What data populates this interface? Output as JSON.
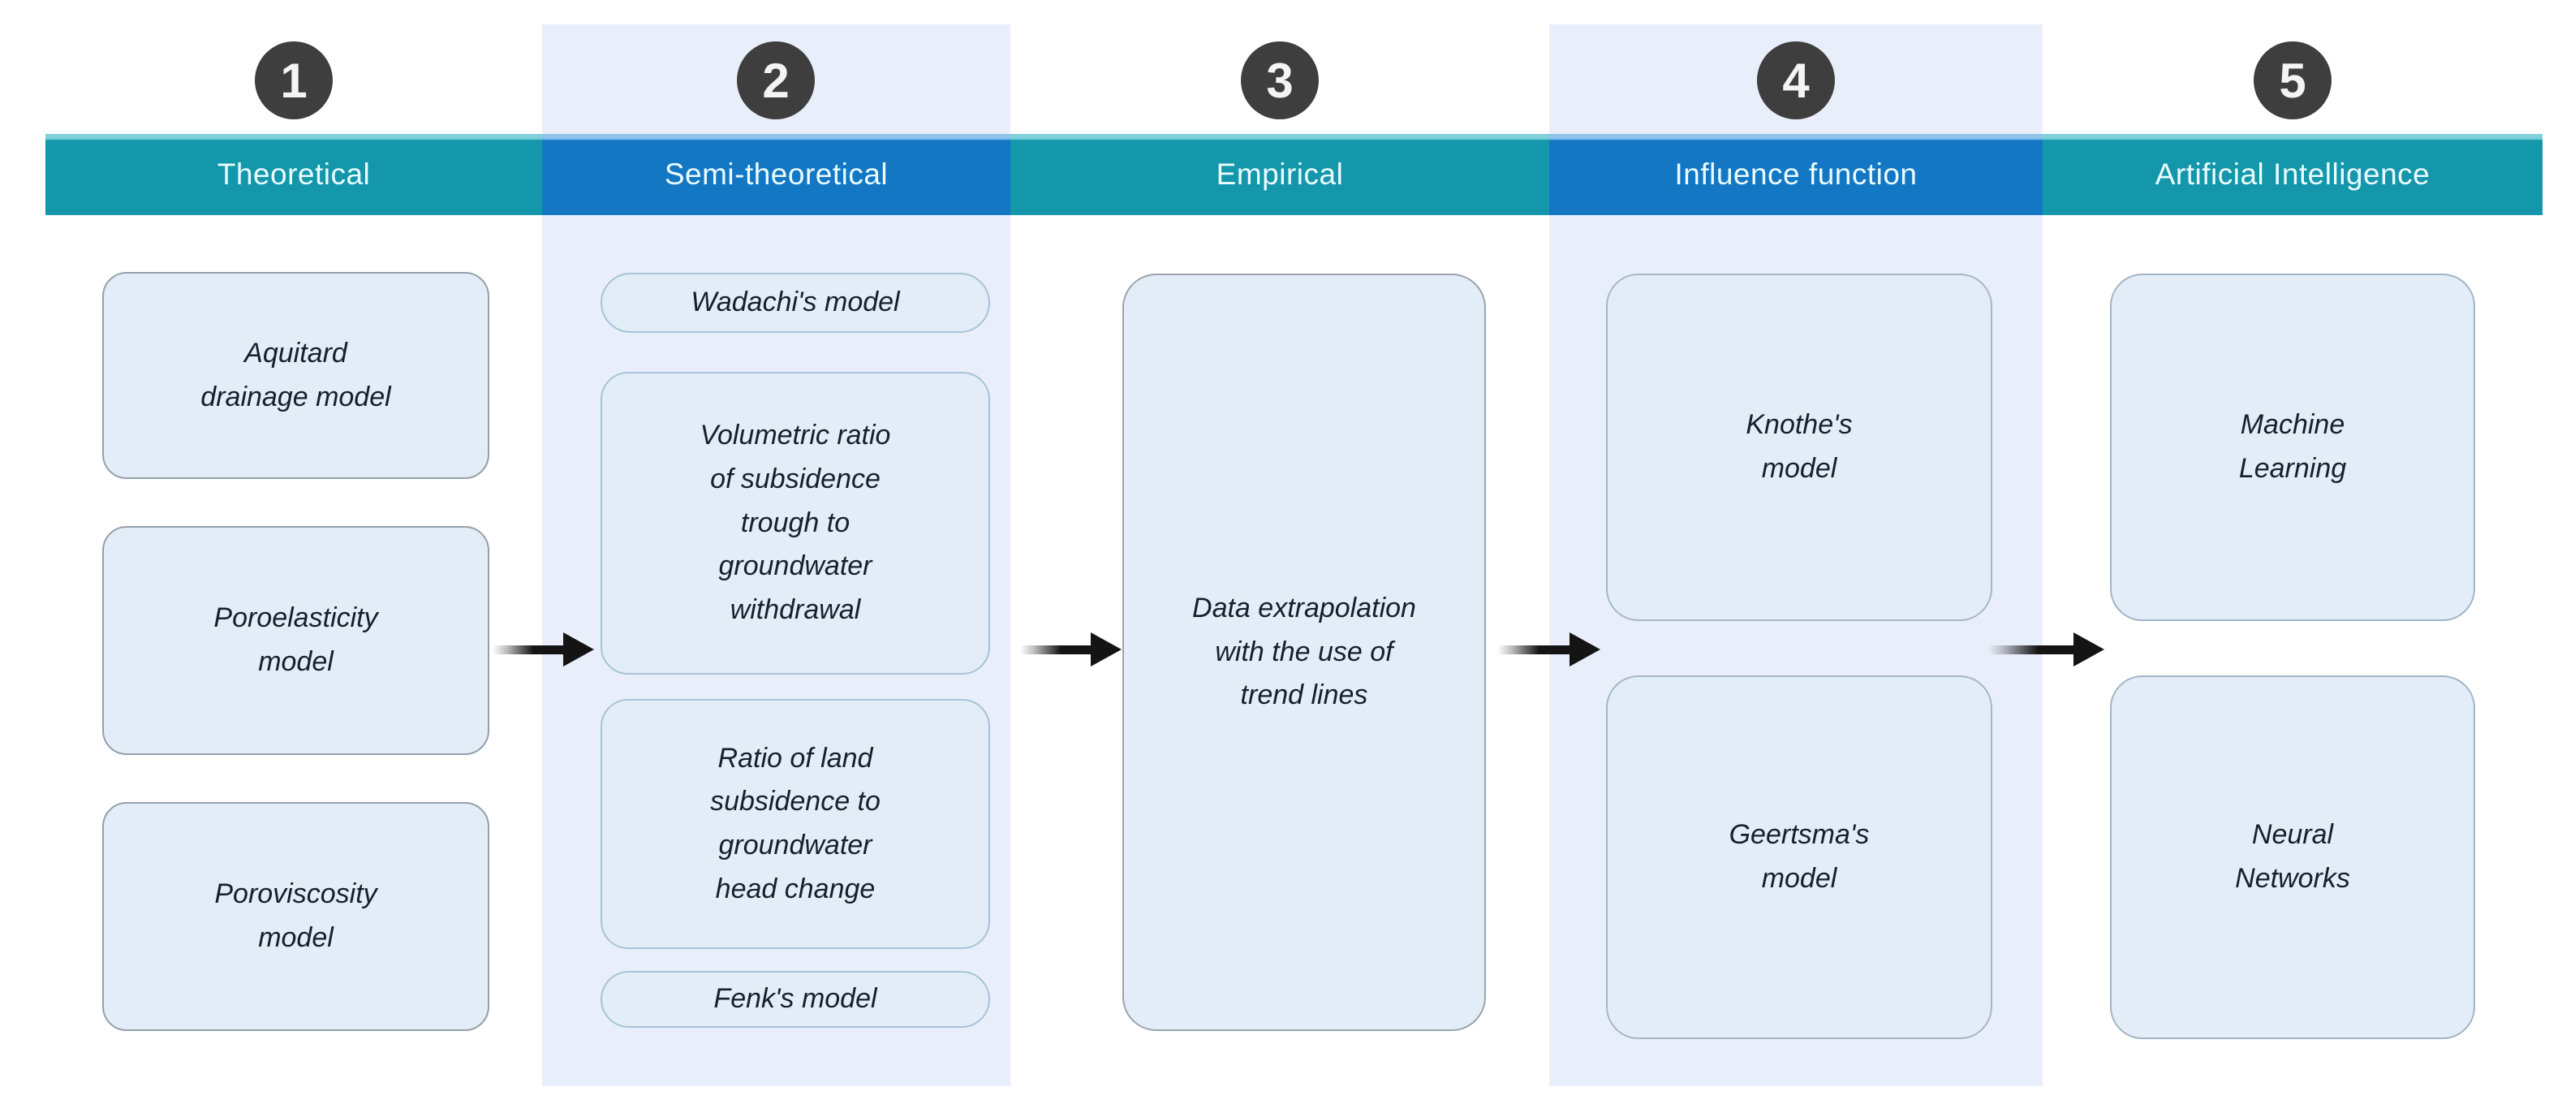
{
  "palette": {
    "teal": "#1496ab",
    "blue": "#1377c4",
    "circle_dark": "#3e3e3e",
    "column_bg": "#e9effa",
    "box_fill": "#e3edf8",
    "header_text": "#eafcff",
    "box_text": "#16202c",
    "arrow_black": "#141414"
  },
  "columns": [
    {
      "number": "1",
      "header": "Theoretical",
      "header_color": "teal",
      "shaded_background": false,
      "boxes": [
        {
          "label": "Aquitard\ndrainage model"
        },
        {
          "label": "Poroelasticity\nmodel"
        },
        {
          "label": "Poroviscosity\nmodel"
        }
      ]
    },
    {
      "number": "2",
      "header": "Semi-theoretical",
      "header_color": "blue",
      "shaded_background": true,
      "boxes": [
        {
          "label": "Wadachi's model"
        },
        {
          "label": "Volumetric ratio\nof subsidence\ntrough to\ngroundwater\nwithdrawal"
        },
        {
          "label": "Ratio of land\nsubsidence to\ngroundwater\nhead change"
        },
        {
          "label": "Fenk's model"
        }
      ]
    },
    {
      "number": "3",
      "header": "Empirical",
      "header_color": "teal",
      "shaded_background": false,
      "boxes": [
        {
          "label": "Data extrapolation\nwith the use of\ntrend lines"
        }
      ]
    },
    {
      "number": "4",
      "header": "Influence function",
      "header_color": "blue",
      "shaded_background": true,
      "boxes": [
        {
          "label": "Knothe's\nmodel"
        },
        {
          "label": "Geertsma's\nmodel"
        }
      ]
    },
    {
      "number": "5",
      "header": "Artificial Intelligence",
      "header_color": "teal",
      "shaded_background": false,
      "boxes": [
        {
          "label": "Machine\nLearning"
        },
        {
          "label": "Neural\nNetworks"
        }
      ]
    }
  ],
  "arrows": [
    {
      "from": "Theoretical",
      "to": "Semi-theoretical"
    },
    {
      "from": "Semi-theoretical",
      "to": "Empirical"
    },
    {
      "from": "Empirical",
      "to": "Influence function"
    },
    {
      "from": "Influence function",
      "to": "Artificial Intelligence"
    }
  ]
}
